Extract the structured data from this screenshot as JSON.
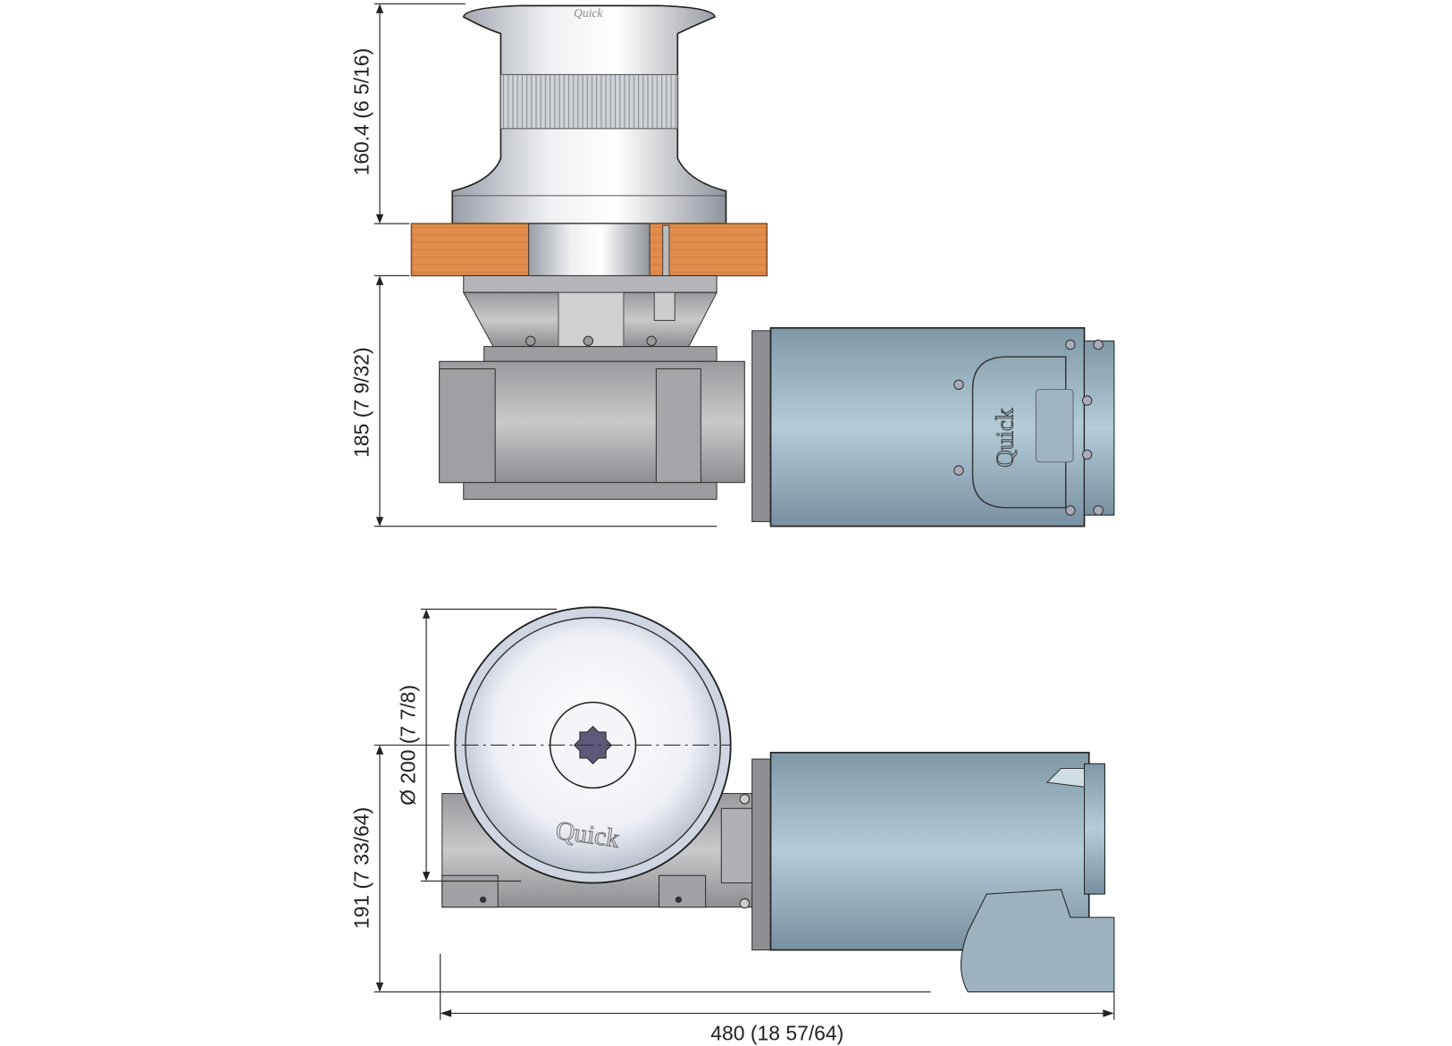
{
  "title": "Capstan windlass dimensional drawing",
  "brand": {
    "logo_text": "Quick"
  },
  "dimensions": {
    "capstan_height": "160.4 (6 5/16)",
    "under_deck_height": "185 (7 9/32)",
    "drum_diameter": "Ø 200 (7 7/8)",
    "plan_height": "191 (7 33/64)",
    "overall_length": "480 (18 57/64)"
  },
  "colors": {
    "motor": "#8fa9b8",
    "deck": "#e08a4a",
    "metal": "#c8c8cc",
    "gearbox": "#a9a9ad"
  }
}
